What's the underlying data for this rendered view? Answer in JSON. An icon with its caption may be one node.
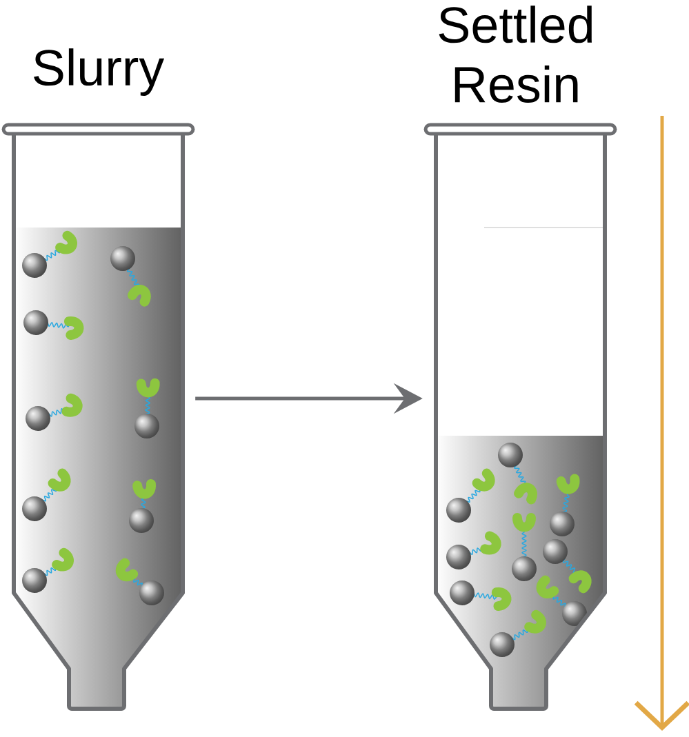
{
  "diagram": {
    "nodes": [
      {
        "text": [
          "Slurry"
        ]
      },
      {
        "text": [
          "Settled Resin"
        ]
      }
    ],
    "edges": [
      {
        "from": 0,
        "to": 1,
        "arrow": "to"
      }
    ]
  }
}
